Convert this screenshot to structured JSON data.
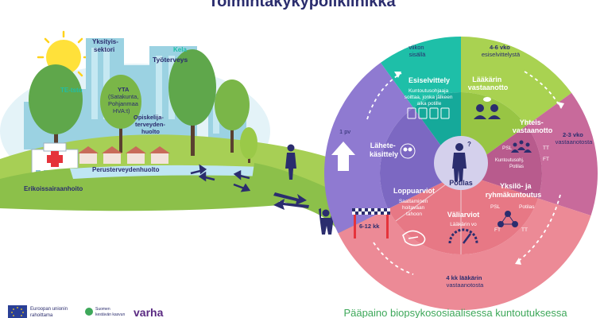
{
  "title": "Toimintakykypoliklinikka",
  "footer_text": "Pääpaino biopsykososiaalisessa kuntoutuksessa",
  "city": {
    "yksityis": [
      "Yksityis-",
      "sektori"
    ],
    "kela": "Kela",
    "tyoterveys": "Työterveys",
    "te_tsto": "TE-tsto",
    "yta": [
      "YTA",
      "(Satakunta,",
      "Pohjanmaa",
      "HVA:t)"
    ],
    "opiskelija": [
      "Opiskelija-",
      "terveyden-",
      "huolto"
    ],
    "perusterveydenhuolto": "Perusterveydenhuolto",
    "erikoissairaanhoito": "Erikoissairaanhoito"
  },
  "wheel": {
    "center": "Potilas",
    "segments": {
      "esiselvittely": {
        "title": "Esiselvittely",
        "body": [
          "Kuntoutusohjaaja",
          "soittaa, jonka jälkeen",
          "aika potille"
        ]
      },
      "laakarin_vastaanotto": {
        "title": [
          "Lääkärin",
          "vastaanotto"
        ]
      },
      "yhteisvastaanotto": {
        "title": [
          "Yhteis-",
          "vastaanotto"
        ],
        "roles": [
          "PSL",
          "TT",
          "FT"
        ],
        "note": [
          "Kuntoutusohj.",
          "Potilas"
        ]
      },
      "yksilo": {
        "title": [
          "Yksilö- ja",
          "ryhmäkuntoutus"
        ],
        "roles": [
          "PSL",
          "Potilas",
          "FT",
          "TT"
        ]
      },
      "valiarviot": {
        "title": "Väliarviot",
        "body": "Lääkärin vo"
      },
      "loppuarviot": {
        "title": "Loppuarviot",
        "body": [
          "Saattaminen",
          "hoitavaan",
          "tahoon"
        ]
      },
      "lahetekasittely": {
        "title": [
          "Lähete-",
          "käsittely"
        ]
      }
    },
    "times": {
      "viikon_sisalla": [
        "viikon",
        "sisällä"
      ],
      "vko_4_6": [
        "4-6 vko",
        "esiselvittelystä"
      ],
      "vko_2_3": [
        "2-3 vko",
        "vastaanotosta"
      ],
      "kk_4": [
        "4 kk lääkärin",
        "vastaanotosta"
      ],
      "pv_1": "1 pv",
      "kk_6_12": "6-12 kk"
    }
  },
  "logos": {
    "eu": [
      "Euroopan unionin",
      "rahoittama"
    ],
    "suomen": [
      "Suomen",
      "kestävän kasvun"
    ],
    "varha": "varha"
  },
  "colors": {
    "navy": "#2b2d6e",
    "teal": "#1ebfa8",
    "lime": "#a9d251",
    "magenta": "#c86a9b",
    "salmon": "#ec8a96",
    "pink": "#f2a4b0",
    "purple": "#8f7ad1",
    "green": "#8cc04a",
    "sky": "#d4ecf4"
  }
}
